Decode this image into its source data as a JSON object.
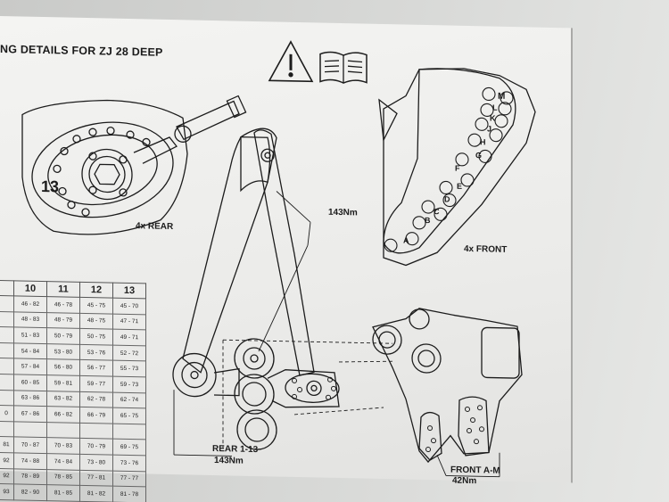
{
  "title": "NG DETAILS FOR ZJ 28 DEEP",
  "labels": {
    "rear_count": "4x REAR",
    "front_count": "4x FRONT",
    "torque_main": "143Nm",
    "rear_range": "REAR 1-13",
    "rear_torque": "143Nm",
    "front_range": "FRONT A-M",
    "front_torque": "42Nm",
    "rear_detail_number": "13"
  },
  "front_letters": [
    "A",
    "B",
    "C",
    "D",
    "E",
    "F",
    "G",
    "H",
    "J",
    "K",
    "L",
    "M"
  ],
  "table": {
    "columns": [
      "",
      "10",
      "11",
      "12",
      "13"
    ],
    "rows": [
      [
        "",
        "46 - 82",
        "46 - 78",
        "45 - 75",
        "45 - 70"
      ],
      [
        "",
        "48 - 83",
        "48 - 79",
        "48 - 75",
        "47 - 71"
      ],
      [
        "",
        "51 - 83",
        "50 - 79",
        "50 - 75",
        "49 - 71"
      ],
      [
        "",
        "54 - 84",
        "53 - 80",
        "53 - 76",
        "52 - 72"
      ],
      [
        "",
        "57 - 84",
        "56 - 80",
        "56 - 77",
        "55 - 73"
      ],
      [
        "",
        "60 - 85",
        "59 - 81",
        "59 - 77",
        "59 - 73"
      ],
      [
        "",
        "63 - 86",
        "63 - 82",
        "62 - 78",
        "62 - 74"
      ],
      [
        "0",
        "67 - 86",
        "66 - 82",
        "66 - 79",
        "65 - 75"
      ],
      [
        "",
        "",
        "",
        "",
        ""
      ],
      [
        "81",
        "70 - 87",
        "70 - 83",
        "70 - 79",
        "69 - 75"
      ],
      [
        "92",
        "74 - 88",
        "74 - 84",
        "73 - 80",
        "73 - 76"
      ],
      [
        "92",
        "78 - 89",
        "78 - 85",
        "77 - 81",
        "77 - 77"
      ],
      [
        "93",
        "82 - 90",
        "81 - 85",
        "81 - 82",
        "81 - 78"
      ]
    ]
  },
  "icons": [
    "warning-icon",
    "manual-book-icon"
  ]
}
